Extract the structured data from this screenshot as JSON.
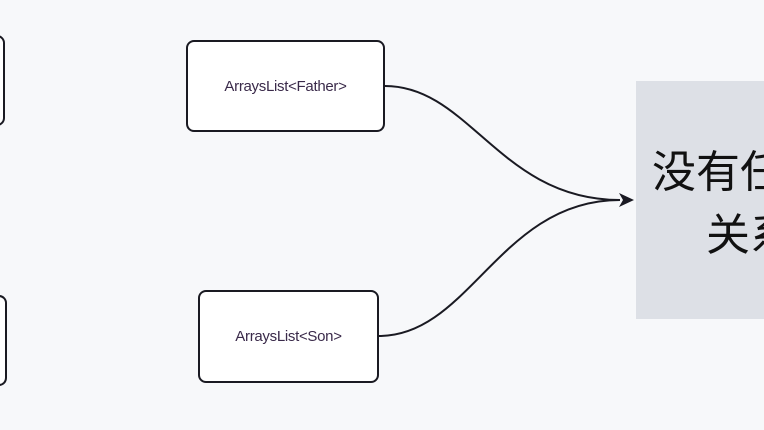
{
  "nodes": {
    "father": "ArraysList<Father>",
    "son": "ArraysList<Son>"
  },
  "target": {
    "line1": "没有任何",
    "line2": "关系"
  },
  "colors": {
    "target_fill": "#dde0e6",
    "stroke": "#1a1a22"
  }
}
